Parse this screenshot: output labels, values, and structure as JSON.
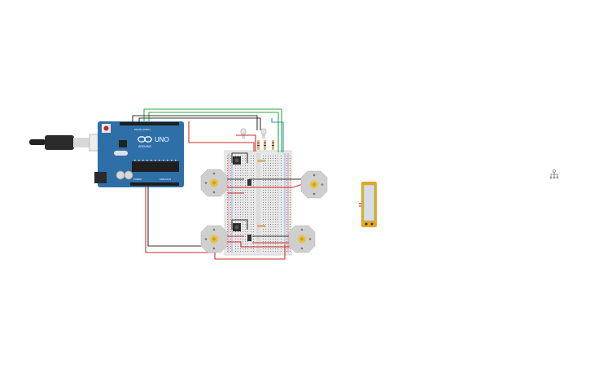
{
  "arduino": {
    "brand": "ARDUINO",
    "model": "UNO",
    "digital_header": "DIGITAL (PWM~)",
    "power_header": "POWER",
    "analog_header": "ANALOG IN",
    "icon": "infinity-logo-icon"
  },
  "components": {
    "motors": 4,
    "pushbuttons": 2,
    "resistors": 3,
    "leds": 2,
    "battery_pack": 1
  },
  "colors": {
    "board": "#2f6fa8",
    "motor_body": "#cfcfcf",
    "motor_hub": "#e6c43a",
    "wire_red": "#d22a2a",
    "wire_black": "#333333",
    "wire_green": "#2aa84a",
    "wire_teal": "#2a9bb0",
    "battery_frame": "#e3a81f",
    "breadboard": "#e8e8e8"
  },
  "toolbar_icon": "sitemap-icon"
}
